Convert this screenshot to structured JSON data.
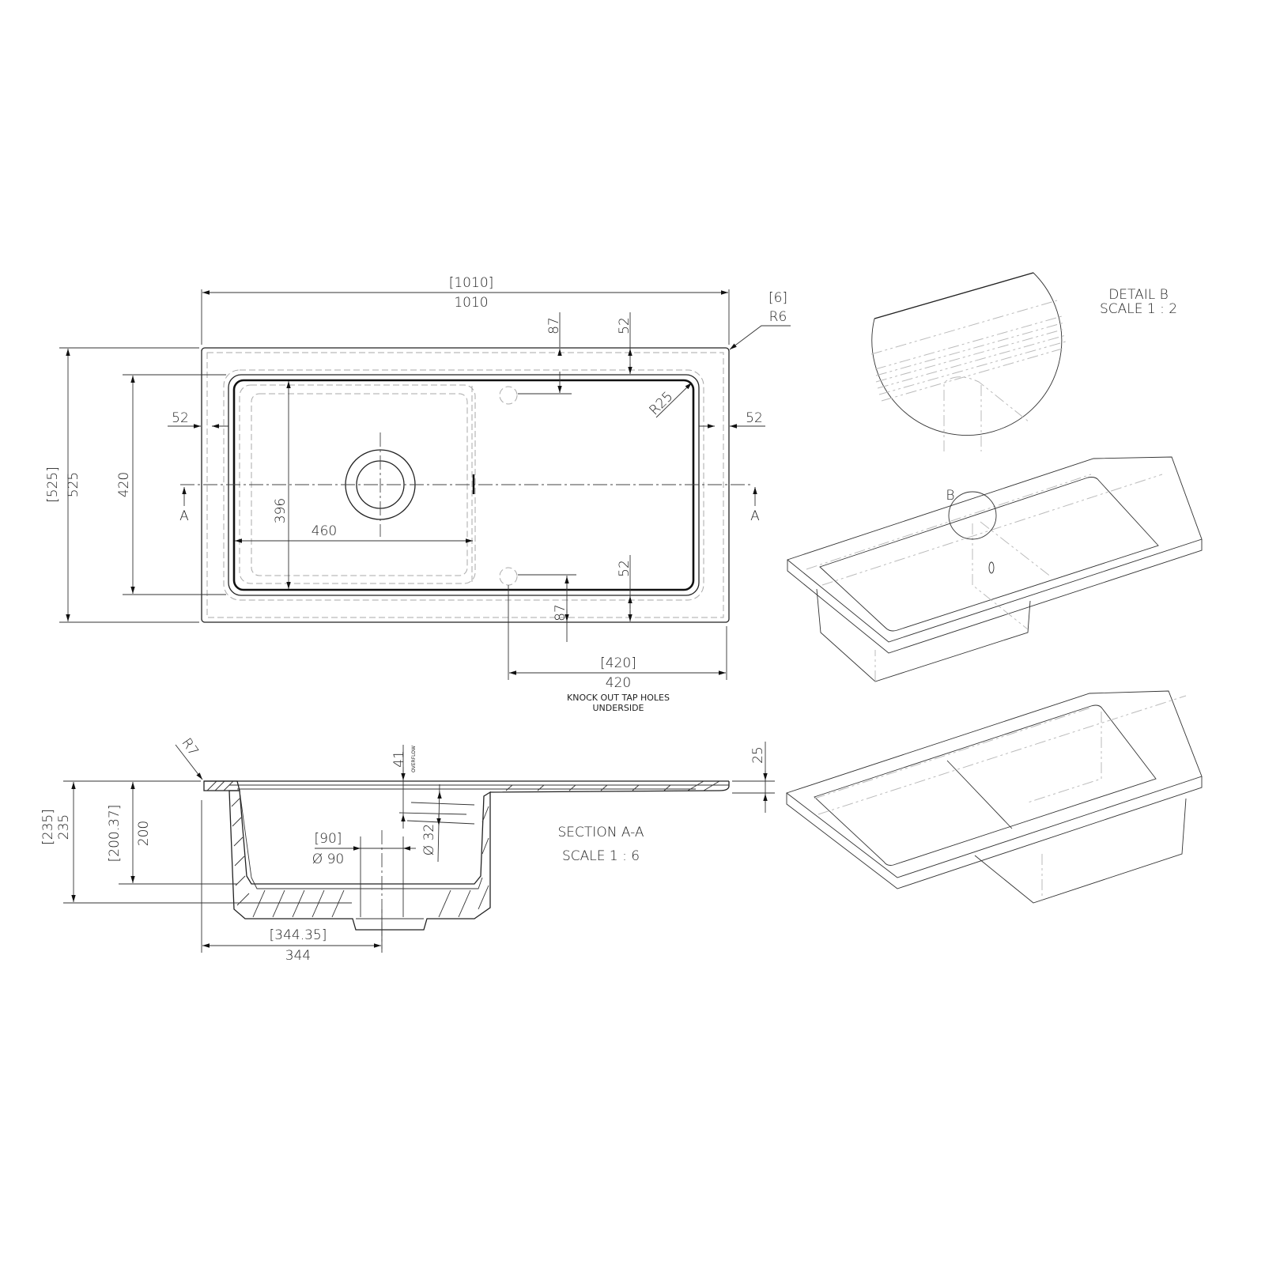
{
  "top_view": {
    "overall_width_ref": "[1010]",
    "overall_width": "1010",
    "overall_depth_ref": "[525]",
    "overall_depth": "525",
    "bowl_outer_depth": "420",
    "bowl_inner_depth": "396",
    "bowl_width": "460",
    "left_margin": "52",
    "right_margin": "52",
    "top_edge_to_taphole": "87",
    "top_edge_to_bowl": "52",
    "bottom_edge_to_bowl": "52",
    "bottom_edge_to_taphole": "87",
    "corner_radius_ref": "[6]",
    "corner_radius": "R6",
    "drainer_radius": "R25",
    "taphole_spacing_ref": "[420]",
    "taphole_spacing": "420",
    "taphole_note_line1": "KNOCK OUT TAP HOLES",
    "taphole_note_line2": "UNDERSIDE",
    "section_marker_left": "A",
    "section_marker_right": "A"
  },
  "section_view": {
    "edge_radius": "R7",
    "overflow_dim": "41",
    "overflow_label": "OVERFLOW",
    "total_height_ref": "[235]",
    "total_height": "235",
    "bowl_height_ref": "[200.37]",
    "bowl_height": "200",
    "waste_diameter_ref": "[90]",
    "waste_diameter": "Ø 90",
    "overflow_diameter": "Ø 32",
    "drain_offset_ref": "[344.35]",
    "drain_offset": "344",
    "deck_thickness": "25",
    "title": "SECTION A-A",
    "scale": "SCALE 1 : 6"
  },
  "detail_view": {
    "title": "DETAIL B",
    "scale": "SCALE 1 : 2",
    "callout": "B"
  }
}
